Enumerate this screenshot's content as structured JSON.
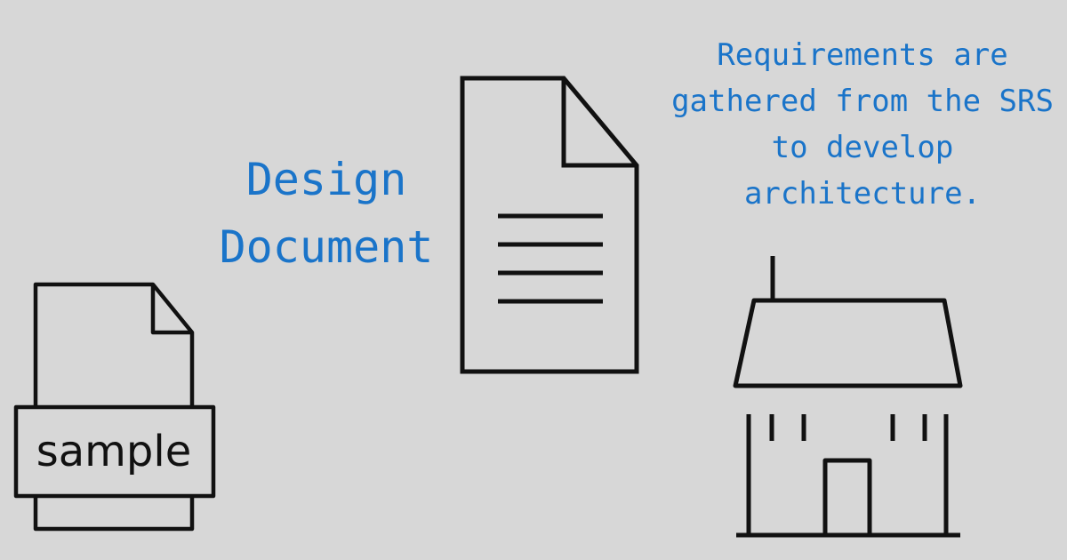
{
  "caption": {
    "line1": "Requirements are",
    "line2": "gathered from the SRS",
    "line3": "to develop",
    "line4": "architecture."
  },
  "design_document": {
    "line1": "Design",
    "line2": "Document"
  },
  "sample_file": {
    "label": "sample"
  },
  "icons": {
    "sample_file": "file-icon",
    "design_document": "document-icon",
    "architecture": "house-icon"
  },
  "colors": {
    "background": "#d7d7d7",
    "text_accent": "#1a74c9",
    "stroke": "#111111"
  }
}
